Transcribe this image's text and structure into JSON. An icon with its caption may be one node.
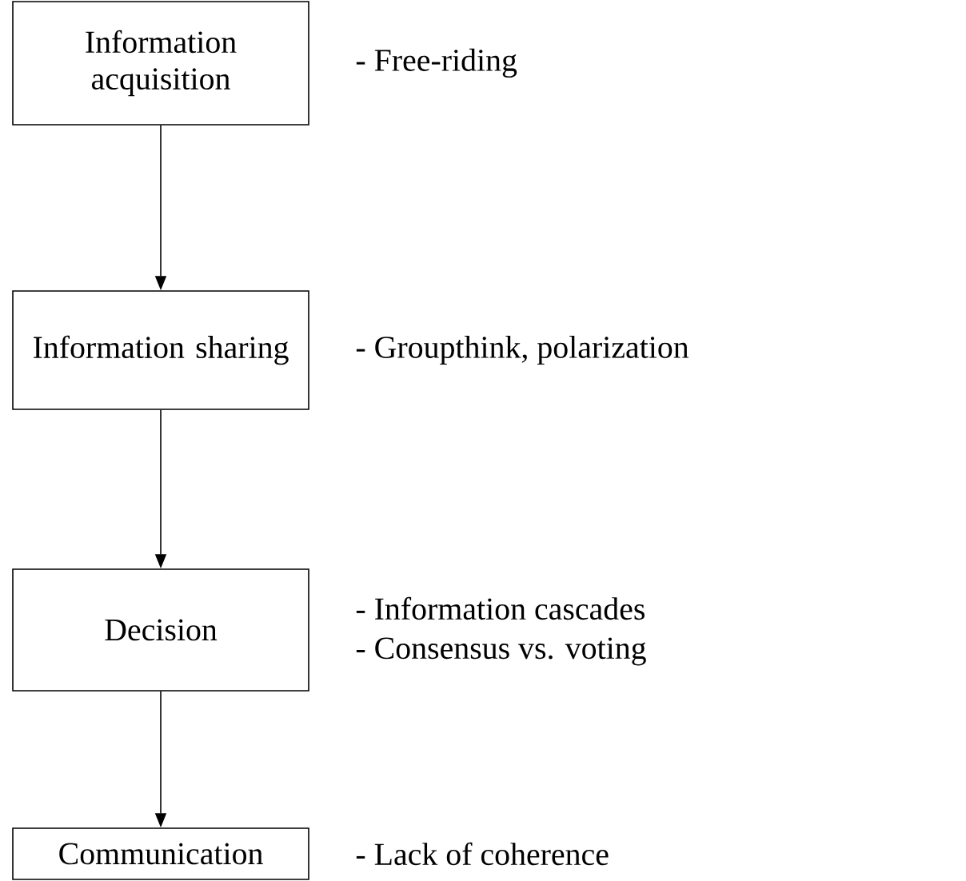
{
  "diagram": {
    "nodes": [
      {
        "text": [
          "Information acquisition"
        ],
        "beside": [
          "- Free-riding"
        ]
      },
      {
        "text": [
          "Information sharing"
        ],
        "beside": [
          "- Groupthink, polarization"
        ]
      },
      {
        "text": [
          "Decision"
        ],
        "beside": [
          "- Information cascades",
          "- Consensus vs. voting"
        ]
      },
      {
        "text": [
          "Communication"
        ],
        "beside": [
          "- Lack of coherence"
        ]
      }
    ],
    "edges": [
      {
        "from": 0,
        "to": 1,
        "arrow": "to"
      },
      {
        "from": 1,
        "to": 2,
        "arrow": "to"
      },
      {
        "from": 2,
        "to": 3,
        "arrow": "to"
      }
    ]
  }
}
